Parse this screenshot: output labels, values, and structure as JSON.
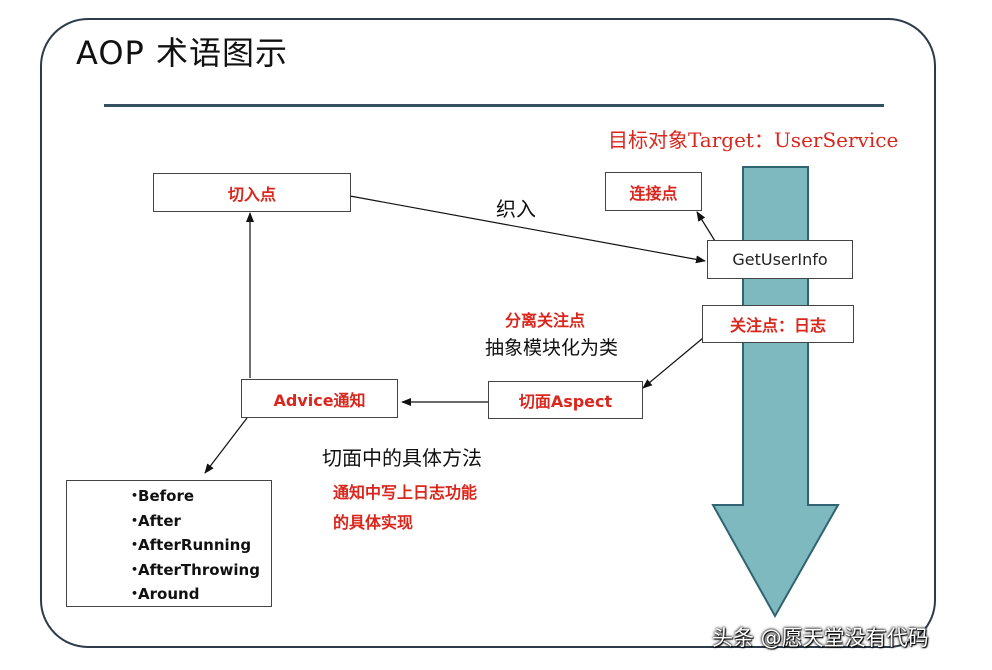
{
  "title": "AOP 术语图示",
  "target_label": "目标对象Target：UserService",
  "nodes": {
    "pointcut": "切入点",
    "joinpoint": "连接点",
    "getuserinfo": "GetUserInfo",
    "concern": "关注点：日志",
    "aspect": "切面Aspect",
    "advice": "Advice通知"
  },
  "labels": {
    "weave": "织入",
    "separate": "分离关注点",
    "abstract": "抽象模块化为类",
    "method": "切面中的具体方法",
    "impl_line1": "通知中写上日志功能",
    "impl_line2": "的具体实现"
  },
  "advice_types": [
    "Before",
    "After",
    "AfterRunning",
    "AfterThrowing",
    "Around"
  ],
  "watermark": "头条 @愿天堂没有代码",
  "colors": {
    "accent_red": "#d9271d",
    "arrow_fill": "#7fb9c0",
    "arrow_stroke": "#2f6470",
    "frame": "#2c3a4a"
  }
}
